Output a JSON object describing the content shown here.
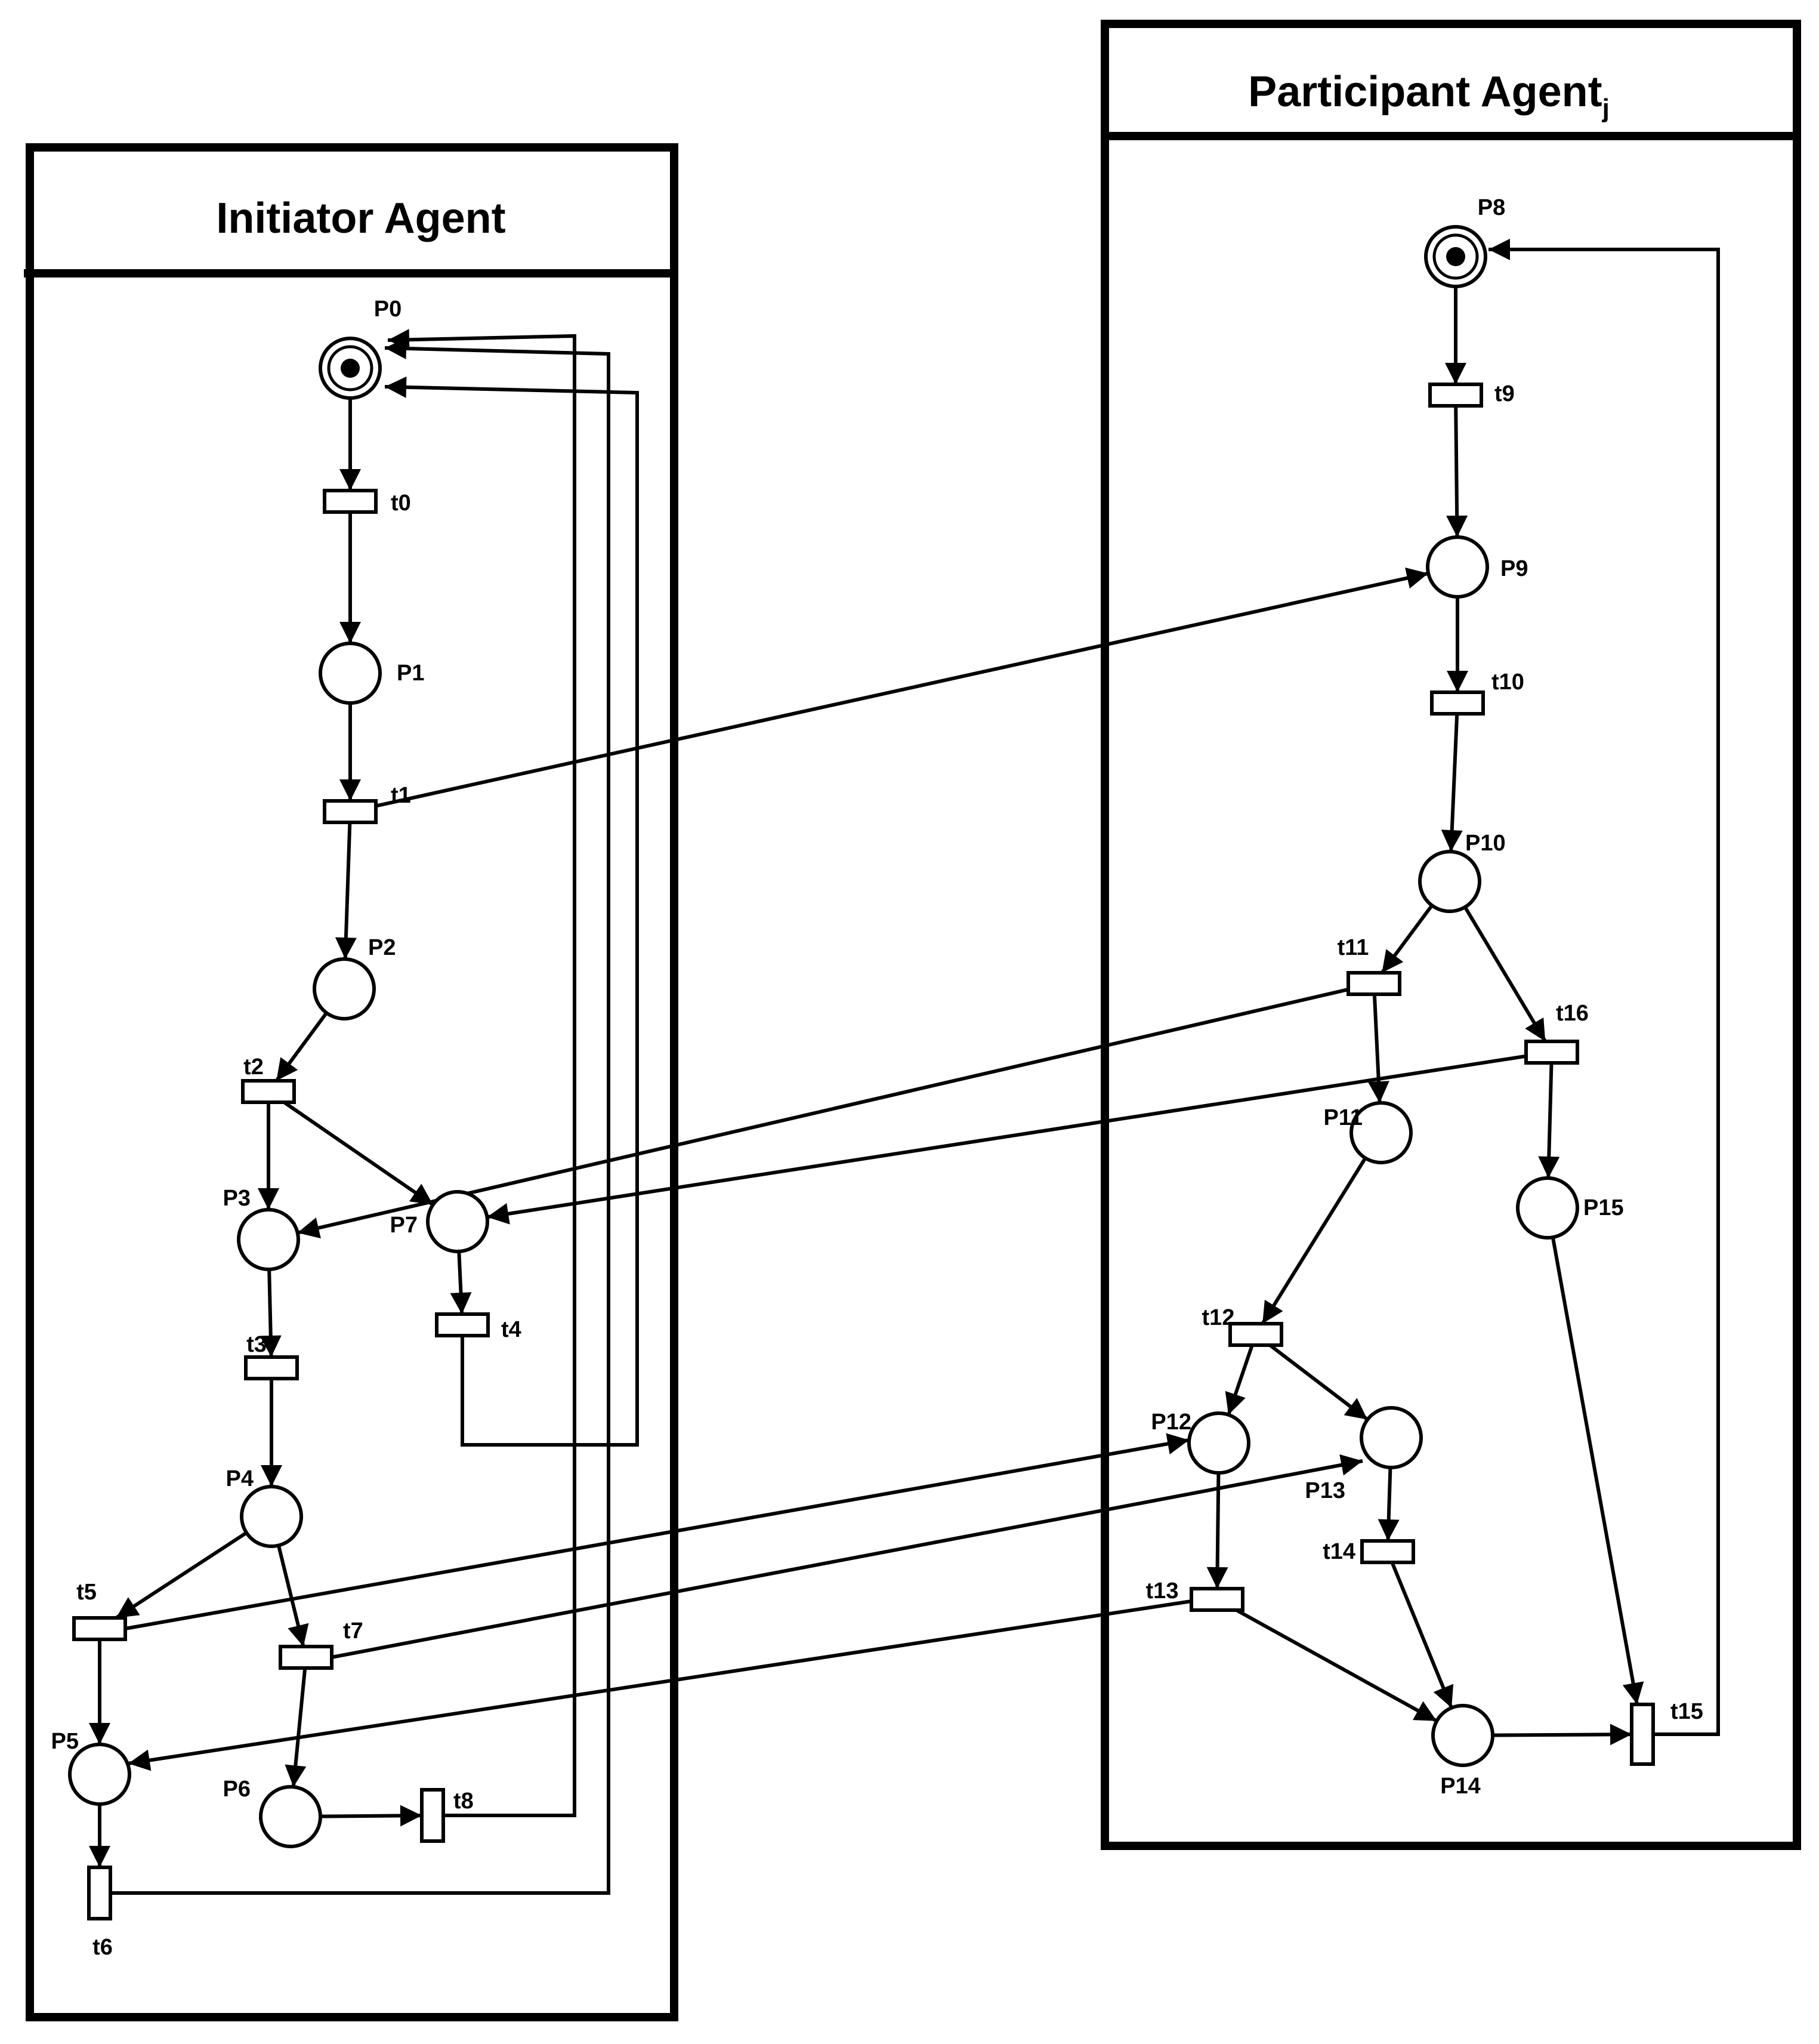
{
  "initiator": {
    "title": "Initiator Agent"
  },
  "participant": {
    "title_main": "Participant Agent",
    "title_sub": "j"
  },
  "places": [
    {
      "id": "P0",
      "label": "P0",
      "tokens": 1
    },
    {
      "id": "P1",
      "label": "P1",
      "tokens": 0
    },
    {
      "id": "P2",
      "label": "P2",
      "tokens": 0
    },
    {
      "id": "P3",
      "label": "P3",
      "tokens": 0
    },
    {
      "id": "P4",
      "label": "P4",
      "tokens": 0
    },
    {
      "id": "P5",
      "label": "P5",
      "tokens": 0
    },
    {
      "id": "P6",
      "label": "P6",
      "tokens": 0
    },
    {
      "id": "P7",
      "label": "P7",
      "tokens": 0
    },
    {
      "id": "P8",
      "label": "P8",
      "tokens": 1
    },
    {
      "id": "P9",
      "label": "P9",
      "tokens": 0
    },
    {
      "id": "P10",
      "label": "P10",
      "tokens": 0
    },
    {
      "id": "P11",
      "label": "P11",
      "tokens": 0
    },
    {
      "id": "P12",
      "label": "P12",
      "tokens": 0
    },
    {
      "id": "P13",
      "label": "P13",
      "tokens": 0
    },
    {
      "id": "P14",
      "label": "P14",
      "tokens": 0
    },
    {
      "id": "P15",
      "label": "P15",
      "tokens": 0
    }
  ],
  "transitions": [
    {
      "id": "t0",
      "label": "t0"
    },
    {
      "id": "t1",
      "label": "t1"
    },
    {
      "id": "t2",
      "label": "t2"
    },
    {
      "id": "t3",
      "label": "t3"
    },
    {
      "id": "t4",
      "label": "t4"
    },
    {
      "id": "t5",
      "label": "t5"
    },
    {
      "id": "t6",
      "label": "t6"
    },
    {
      "id": "t7",
      "label": "t7"
    },
    {
      "id": "t8",
      "label": "t8"
    },
    {
      "id": "t9",
      "label": "t9"
    },
    {
      "id": "t10",
      "label": "t10"
    },
    {
      "id": "t11",
      "label": "t11"
    },
    {
      "id": "t12",
      "label": "t12"
    },
    {
      "id": "t13",
      "label": "t13"
    },
    {
      "id": "t14",
      "label": "t14"
    },
    {
      "id": "t15",
      "label": "t15"
    },
    {
      "id": "t16",
      "label": "t16"
    }
  ],
  "arcs": [
    {
      "from": "P0",
      "to": "t0"
    },
    {
      "from": "t0",
      "to": "P1"
    },
    {
      "from": "P1",
      "to": "t1"
    },
    {
      "from": "t1",
      "to": "P2"
    },
    {
      "from": "t1",
      "to": "P9"
    },
    {
      "from": "P2",
      "to": "t2"
    },
    {
      "from": "t2",
      "to": "P3"
    },
    {
      "from": "t2",
      "to": "P7"
    },
    {
      "from": "P3",
      "to": "t3"
    },
    {
      "from": "t3",
      "to": "P4"
    },
    {
      "from": "P7",
      "to": "t4"
    },
    {
      "from": "t4",
      "to": "P0"
    },
    {
      "from": "P4",
      "to": "t5"
    },
    {
      "from": "P4",
      "to": "t7"
    },
    {
      "from": "t5",
      "to": "P5"
    },
    {
      "from": "t5",
      "to": "P12"
    },
    {
      "from": "t7",
      "to": "P6"
    },
    {
      "from": "t7",
      "to": "P13"
    },
    {
      "from": "P5",
      "to": "t6"
    },
    {
      "from": "t6",
      "to": "P0"
    },
    {
      "from": "P6",
      "to": "t8"
    },
    {
      "from": "t8",
      "to": "P0"
    },
    {
      "from": "P8",
      "to": "t9"
    },
    {
      "from": "t9",
      "to": "P9"
    },
    {
      "from": "P9",
      "to": "t10"
    },
    {
      "from": "t10",
      "to": "P10"
    },
    {
      "from": "P10",
      "to": "t11"
    },
    {
      "from": "P10",
      "to": "t16"
    },
    {
      "from": "t11",
      "to": "P11"
    },
    {
      "from": "t11",
      "to": "P3"
    },
    {
      "from": "t16",
      "to": "P15"
    },
    {
      "from": "t16",
      "to": "P7"
    },
    {
      "from": "P11",
      "to": "t12"
    },
    {
      "from": "t12",
      "to": "P12"
    },
    {
      "from": "t12",
      "to": "P13"
    },
    {
      "from": "P12",
      "to": "t13"
    },
    {
      "from": "P13",
      "to": "t14"
    },
    {
      "from": "t13",
      "to": "P14"
    },
    {
      "from": "t13",
      "to": "P5"
    },
    {
      "from": "t14",
      "to": "P14"
    },
    {
      "from": "P14",
      "to": "t15"
    },
    {
      "from": "P15",
      "to": "t15"
    },
    {
      "from": "t15",
      "to": "P8"
    }
  ]
}
